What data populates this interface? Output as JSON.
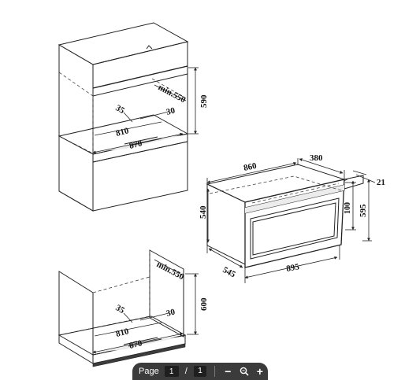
{
  "upper_cabinet": {
    "min_depth": "min.550",
    "height": "590",
    "side_clearance": "35",
    "rear_clearance": "30",
    "inner_width": "810",
    "outer_width": "870"
  },
  "oven": {
    "width": "860",
    "depth": "380",
    "offset": "21",
    "front_height": "540",
    "panel_height": "100",
    "total_height": "595",
    "bottom_depth": "545",
    "front_width": "895"
  },
  "lower_cabinet": {
    "min_depth": "min.550",
    "height": "600",
    "side_clearance": "35",
    "rear_clearance": "30",
    "inner_width": "810",
    "outer_width": "870"
  },
  "toolbar": {
    "page_label": "Page",
    "current_page": "1",
    "separator": "/",
    "total_pages": "1",
    "zoom_out": "−",
    "zoom_in": "+"
  }
}
